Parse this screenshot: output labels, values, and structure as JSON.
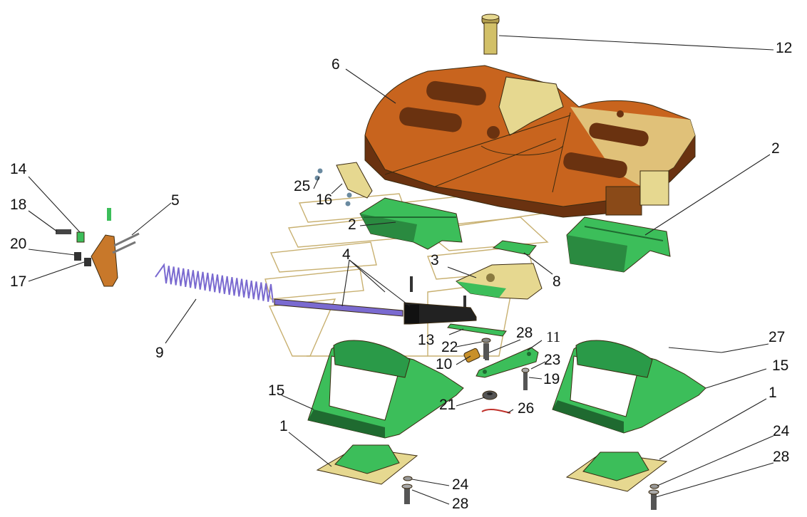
{
  "colors": {
    "plate": "#c8641e",
    "plate_dark": "#6a3210",
    "plate_side": "#8a4a18",
    "yellow": "#e6d890",
    "green": "#3cbe5a",
    "green_dark": "#1f6a30",
    "purple": "#7a6ad0",
    "outline": "#c8b070"
  },
  "labels": {
    "l1a": "1",
    "l1b": "1",
    "l2a": "2",
    "l2b": "2",
    "l3": "3",
    "l4": "4",
    "l5": "5",
    "l6": "6",
    "l8": "8",
    "l9": "9",
    "l10": "10",
    "l11": "11",
    "l12": "12",
    "l13": "13",
    "l14": "14",
    "l15a": "15",
    "l15b": "15",
    "l16": "16",
    "l17": "17",
    "l18": "18",
    "l19": "19",
    "l20": "20",
    "l21": "21",
    "l22": "22",
    "l23": "23",
    "l24a": "24",
    "l24b": "24",
    "l25": "25",
    "l26": "26",
    "l27": "27",
    "l28a": "28",
    "l28b": "28",
    "l28c": "28"
  }
}
